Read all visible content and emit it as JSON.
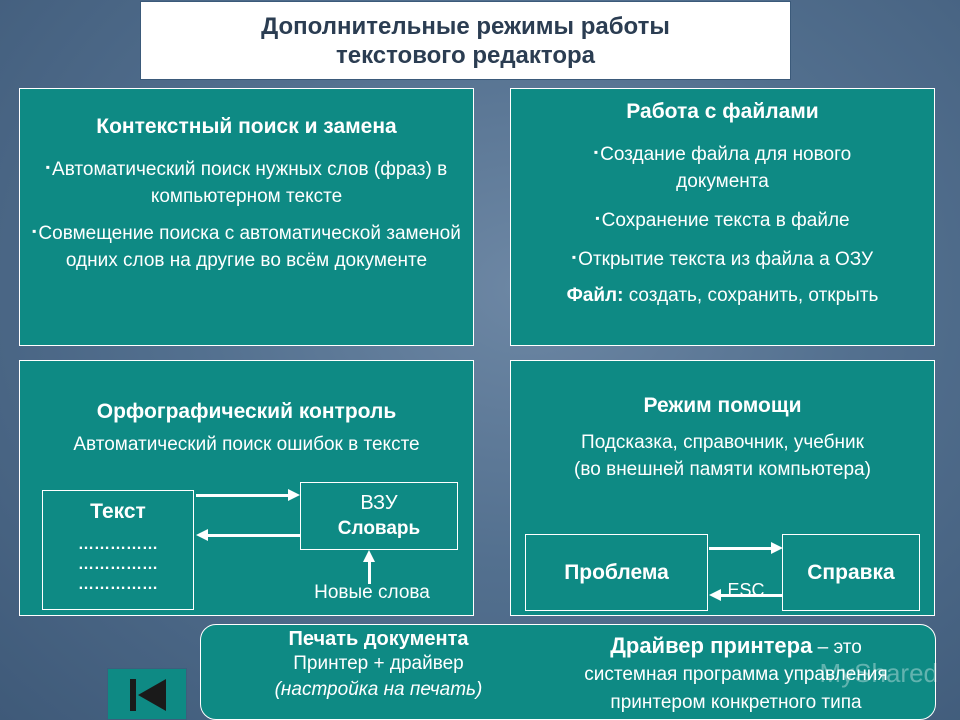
{
  "title": {
    "line1": "Дополнительные режимы работы",
    "line2": "текстового редактора"
  },
  "search": {
    "heading": "Контекстный поиск и замена",
    "bullet1": "Автоматический поиск нужных слов (фраз) в компьютерном тексте",
    "bullet2": "Совмещение поиска с автоматической заменой одних слов на другие во всём документе"
  },
  "files": {
    "heading": "Работа с файлами",
    "bullet1": "Создание файла для нового документа",
    "bullet2": "Сохранение текста в файле",
    "bullet3": "Открытие текста из файла а ОЗУ",
    "file_label": "Файл:",
    "file_actions": " создать, сохранить, открыть"
  },
  "spell": {
    "heading": "Орфографический контроль",
    "text": "Автоматический поиск ошибок в тексте",
    "text_box_label": "Текст",
    "dots": [
      "……………",
      "……………",
      "……………"
    ],
    "vzu_label": "ВЗУ",
    "dict_label": "Словарь",
    "new_words": "Новые слова"
  },
  "help": {
    "heading": "Режим помощи",
    "line1": "Подсказка, справочник, учебник",
    "line2": "(во внешней памяти компьютера)",
    "problem_label": "Проблема",
    "help_label": "Справка",
    "esc_label": "ESC"
  },
  "print": {
    "heading": "Печать документа",
    "line1": "Принтер + драйвер",
    "line2": "(настройка на печать)",
    "driver_heading": "Драйвер принтера",
    "driver_tail": " – это",
    "driver_line2": "системная программа управления",
    "driver_line3": "принтером конкретного типа"
  },
  "watermark": "MyShared"
}
